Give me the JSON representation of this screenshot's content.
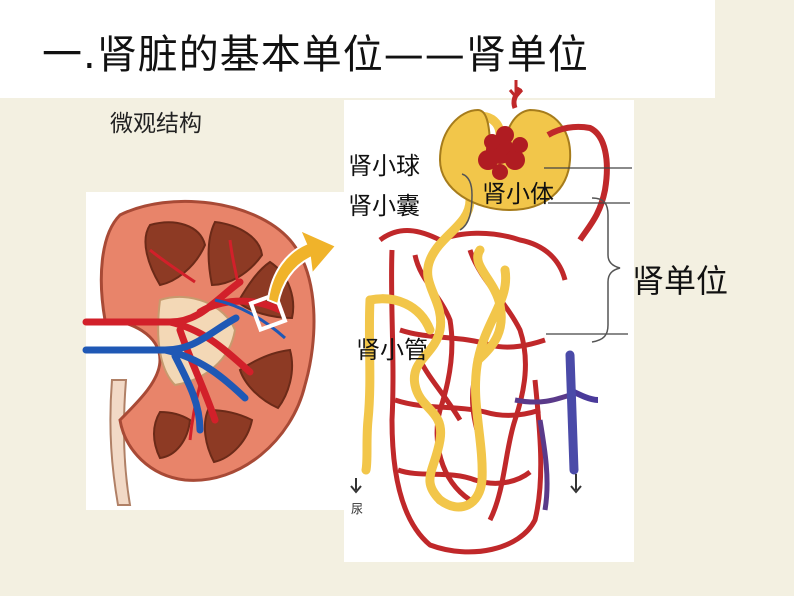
{
  "title": "一.肾脏的基本单位——肾单位",
  "subtitle": "微观结构",
  "labels": {
    "glomerulus": "肾小球",
    "capsule": "肾小囊",
    "corpuscle": "肾小体",
    "nephron": "肾单位",
    "tubule": "肾小管",
    "urine": "尿"
  },
  "colors": {
    "artery": "#d2202a",
    "vein": "#1f58b5",
    "tubule": "#f2c64a",
    "kidney_cortex": "#e8846a",
    "arrow": "#f0b32a"
  }
}
